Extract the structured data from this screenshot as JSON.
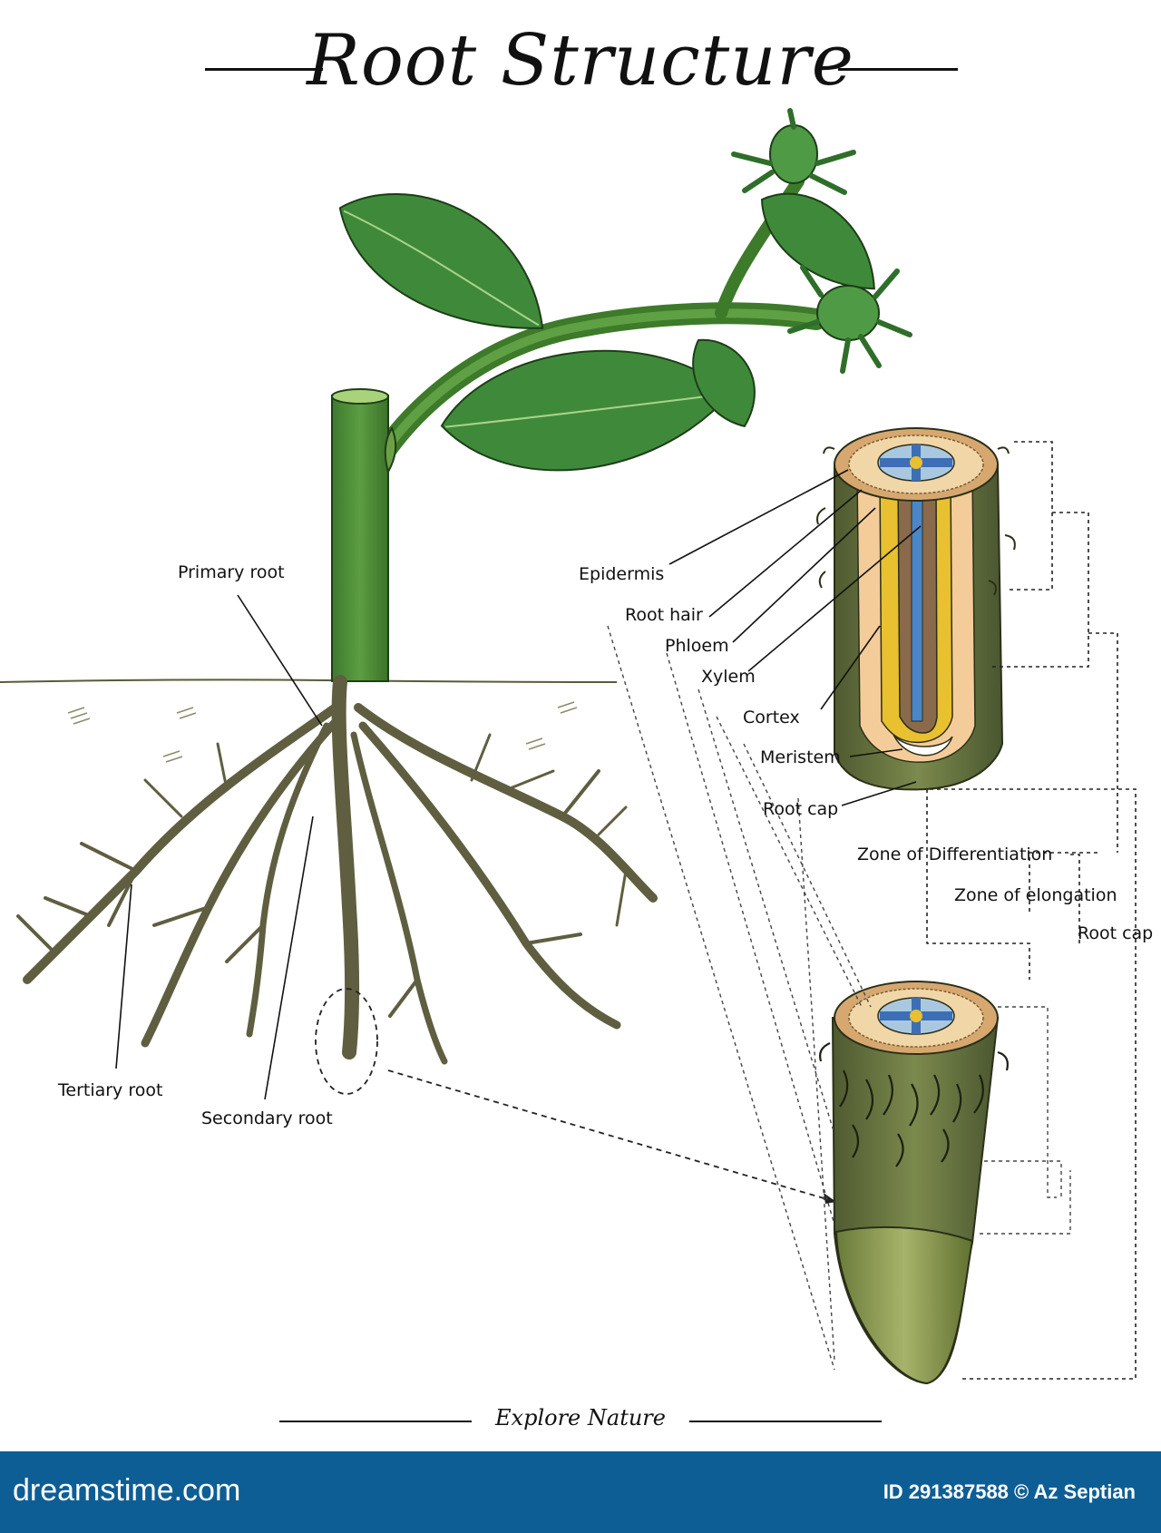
{
  "header": {
    "title": "Root Structure"
  },
  "plant_labels": {
    "primary_root": "Primary root",
    "tertiary_root": "Tertiary root",
    "secondary_root": "Secondary root"
  },
  "tip_labels": {
    "epidermis": "Epidermis",
    "root_hair": "Root hair",
    "phloem": "Phloem",
    "xylem": "Xylem",
    "cortex": "Cortex",
    "meristem": "Meristem",
    "root_cap": "Root cap"
  },
  "zone_labels": {
    "differentiation": "Zone of Differentiation",
    "elongation": "Zone of elongation",
    "root_cap": "Root cap"
  },
  "footer": {
    "caption": "Explore Nature"
  },
  "banner": {
    "logo": "dreamstime.com",
    "id_text": "ID 291387588 © Az Septian"
  },
  "colors": {
    "stem": "#4f8f3a",
    "leaf": "#3f8a3a",
    "root": "#6b6a4a",
    "banner": "#0e5e96",
    "cortex": "#f4cc9a",
    "phloem": "#e8c030",
    "xylem": "#4a86c8",
    "root_tip_green": "#6f7d45"
  }
}
